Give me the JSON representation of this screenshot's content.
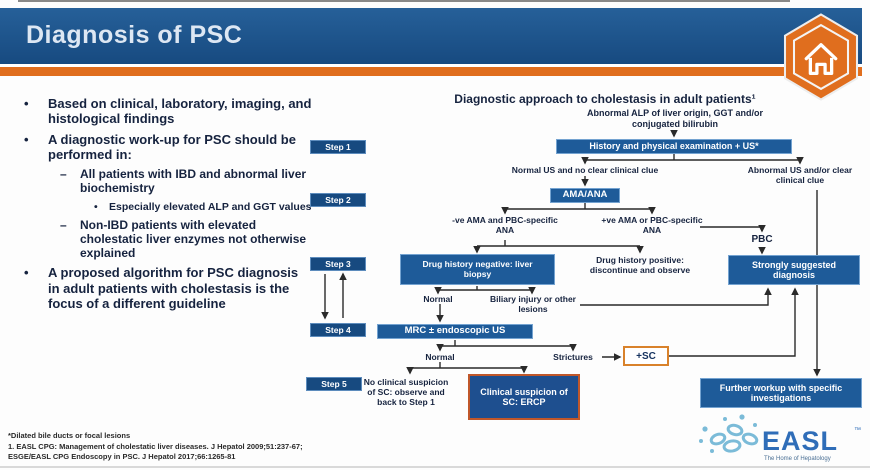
{
  "header": {
    "title": "Diagnosis of PSC"
  },
  "colors": {
    "header_blue": "#1b5191",
    "accent_orange": "#e06e1e",
    "box_navy": "#1e5b99",
    "sc_border_orange": "#d9822b",
    "ercp_border": "#c0572a",
    "text_navy": "#16233f",
    "easl_blue": "#2f6db8"
  },
  "bullets": {
    "items": [
      {
        "level": 1,
        "marker": "•",
        "text": "Based on clinical, laboratory, imaging, and histological findings"
      },
      {
        "level": 1,
        "marker": "•",
        "text": "A diagnostic work-up for PSC should be performed in:"
      },
      {
        "level": 2,
        "marker": "–",
        "text": "All patients with IBD and abnormal liver biochemistry"
      },
      {
        "level": 3,
        "marker": "•",
        "text": "Especially elevated ALP and GGT values"
      },
      {
        "level": 2,
        "marker": "–",
        "text": "Non-IBD patients with elevated cholestatic liver enzymes not otherwise explained"
      },
      {
        "level": 1,
        "marker": "•",
        "text": "A proposed algorithm for PSC diagnosis in adult patients with cholestasis is the focus of a different guideline"
      }
    ]
  },
  "flowchart": {
    "title": "Diagnostic approach to cholestasis in adult patients¹",
    "steps": [
      "Step 1",
      "Step 2",
      "Step 3",
      "Step 4",
      "Step 5"
    ],
    "nodes": {
      "abnormal_alp": "Abnormal ALP of liver origin, GGT and/or conjugated bilirubin",
      "history_exam": "History and physical examination + US*",
      "normal_us": "Normal US and no clear clinical clue",
      "abnormal_us": "Abnormal US and/or clear clinical clue",
      "ama_ana": "AMA/ANA",
      "neg_ama": "-ve AMA and PBC-specific ANA",
      "pos_ama": "+ve AMA or PBC-specific ANA",
      "pbc": "PBC",
      "drug_negative": "Drug history negative: liver biopsy",
      "drug_positive": "Drug history positive: discontinue and observe",
      "strongly_suggested": "Strongly suggested diagnosis",
      "normal_biopsy": "Normal",
      "biliary_injury": "Biliary injury or other lesions",
      "mrc": "MRC ± endoscopic US",
      "normal_mrc": "Normal",
      "strictures": "Strictures",
      "sc": "+SC",
      "no_suspicion": "No clinical suspicion of SC: observe and back to Step 1",
      "clinical_suspicion": "Clinical suspicion of SC: ERCP",
      "further_workup": "Further workup with specific investigations"
    }
  },
  "footnotes": {
    "line1": "*Dilated bile ducts or focal lesions",
    "line2": "1. EASL CPG: Management of cholestatic liver diseases. J Hepatol 2009;51:237-67;",
    "line3": "ESGE/EASL CPG Endoscopy in PSC. J Hepatol 2017;66:1265-81"
  },
  "logo": {
    "name": "EASL",
    "tagline": "The Home of Hepatology"
  }
}
